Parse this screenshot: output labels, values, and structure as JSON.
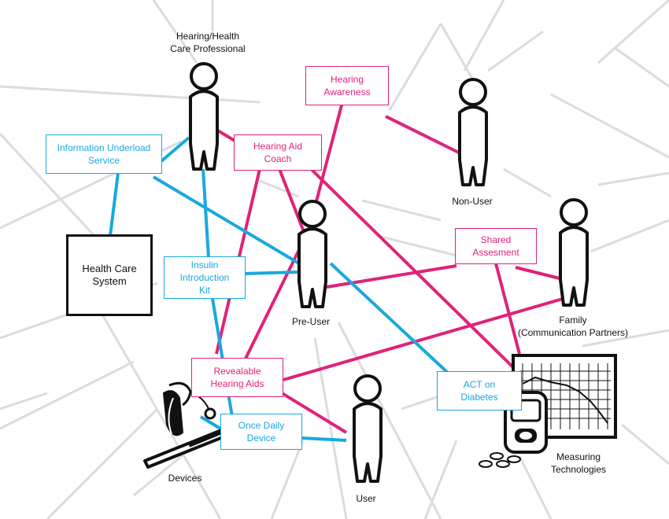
{
  "colors": {
    "pink": "#e0227a",
    "blue": "#19a8e0",
    "grey": "#dcdcdc",
    "ink": "#111111"
  },
  "actors": {
    "professional": [
      "Hearing/Health",
      "Care Professional"
    ],
    "non_user": [
      "Non-User"
    ],
    "pre_user": [
      "Pre-User"
    ],
    "family": [
      "Family",
      "(Communication Partners)"
    ],
    "user": [
      "User"
    ],
    "devices": [
      "Devices"
    ],
    "measuring": [
      "Measuring",
      "Technologies"
    ]
  },
  "boxes": {
    "hearing_awareness": [
      "Hearing",
      "Awareness"
    ],
    "hearing_aid_coach": [
      "Hearing Aid",
      "Coach"
    ],
    "shared_assessment": [
      "Shared",
      "Assesment"
    ],
    "revealable_hearing_aids": [
      "Revealable",
      "Hearing Aids"
    ],
    "information_underload": [
      "Information Underload",
      "Service"
    ],
    "insulin_kit": [
      "Insulin",
      "Introduction",
      "Kit"
    ],
    "once_daily_device": [
      "Once Daily",
      "Device"
    ],
    "act_on_diabetes": [
      "ACT on",
      "Diabetes"
    ],
    "health_care_system": [
      "Health Care",
      "System"
    ]
  },
  "icons": [
    "person-icon",
    "hearing-aid-devices-icon",
    "insulin-pen-icon",
    "glucose-meter-icon",
    "chart-monitor-icon",
    "pills-icon"
  ]
}
